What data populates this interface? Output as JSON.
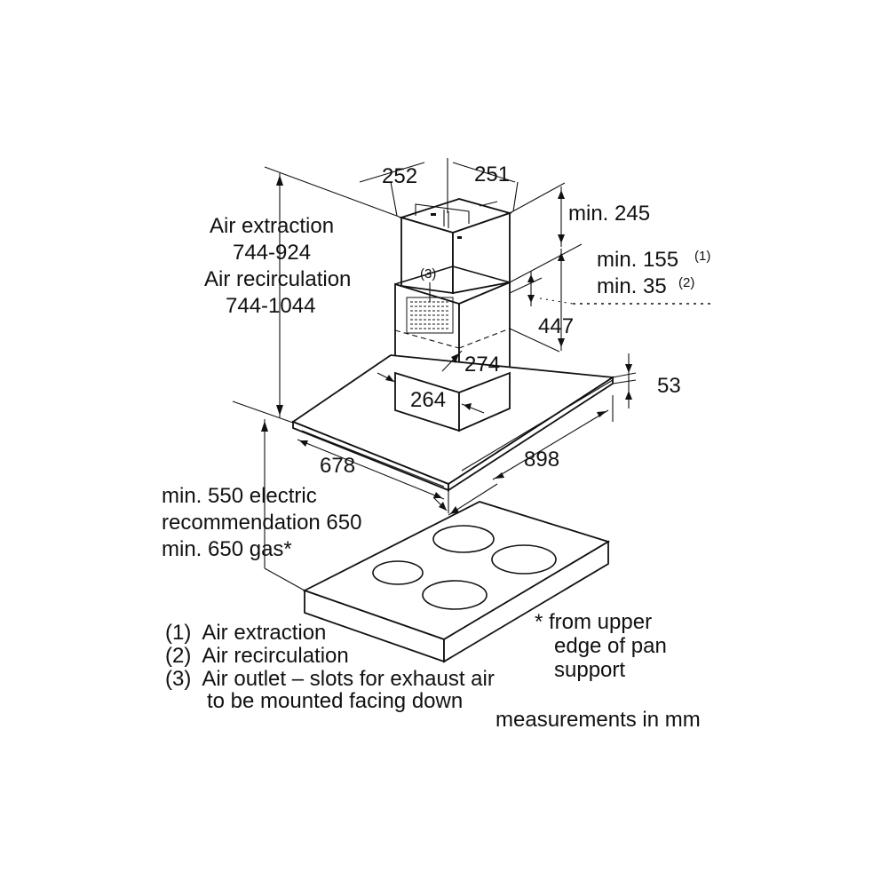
{
  "dims": {
    "w_left": "252",
    "w_right": "251",
    "min_top": "min. 245",
    "min_a": "min. 155",
    "sup_a": "(1)",
    "min_b": "min. 35",
    "sup_b": "(2)",
    "d447": "447",
    "d274": "274",
    "d264": "264",
    "d53": "53",
    "d678": "678",
    "d898": "898",
    "callout3": "(3)"
  },
  "height_block": [
    "Air extraction",
    "744-924",
    "Air recirculation",
    "744-1044"
  ],
  "clearance": [
    "min. 550 electric",
    "recommendation 650",
    "min. 650 gas*"
  ],
  "legend": [
    "(1)  Air extraction",
    "(2)  Air recirculation",
    "(3)  Air outlet – slots for exhaust air",
    "to be mounted facing down"
  ],
  "note": [
    "* from upper",
    "edge of pan",
    "support"
  ],
  "units": "measurements in mm"
}
